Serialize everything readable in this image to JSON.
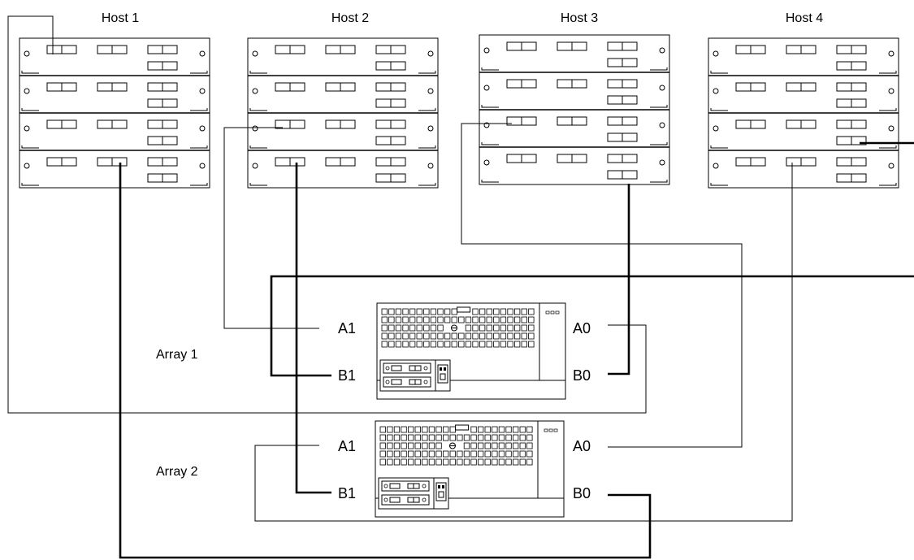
{
  "hosts": [
    {
      "label": "Host 1"
    },
    {
      "label": "Host 2"
    },
    {
      "label": "Host 3"
    },
    {
      "label": "Host 4"
    }
  ],
  "arrays": [
    {
      "label": "Array 1",
      "ports": {
        "a1": "A1",
        "b1": "B1",
        "a0": "A0",
        "b0": "B0"
      }
    },
    {
      "label": "Array 2",
      "ports": {
        "a1": "A1",
        "b1": "B1",
        "a0": "A0",
        "b0": "B0"
      }
    }
  ],
  "cables": [
    {
      "id": "h1-a1-to-array1-a0",
      "weight": "thin"
    },
    {
      "id": "h1-b1-to-array2-b0",
      "weight": "thick"
    },
    {
      "id": "h2-a1-to-array1-a1",
      "weight": "thin"
    },
    {
      "id": "h2-b1-to-array2-b1",
      "weight": "thick"
    },
    {
      "id": "h3-a1-to-array2-a0",
      "weight": "thin"
    },
    {
      "id": "h3-b1-to-array1-b0",
      "weight": "thick"
    },
    {
      "id": "h4-a1-to-array2-a1",
      "weight": "thin"
    },
    {
      "id": "h4-b1-to-array1-b1",
      "weight": "thick"
    }
  ]
}
